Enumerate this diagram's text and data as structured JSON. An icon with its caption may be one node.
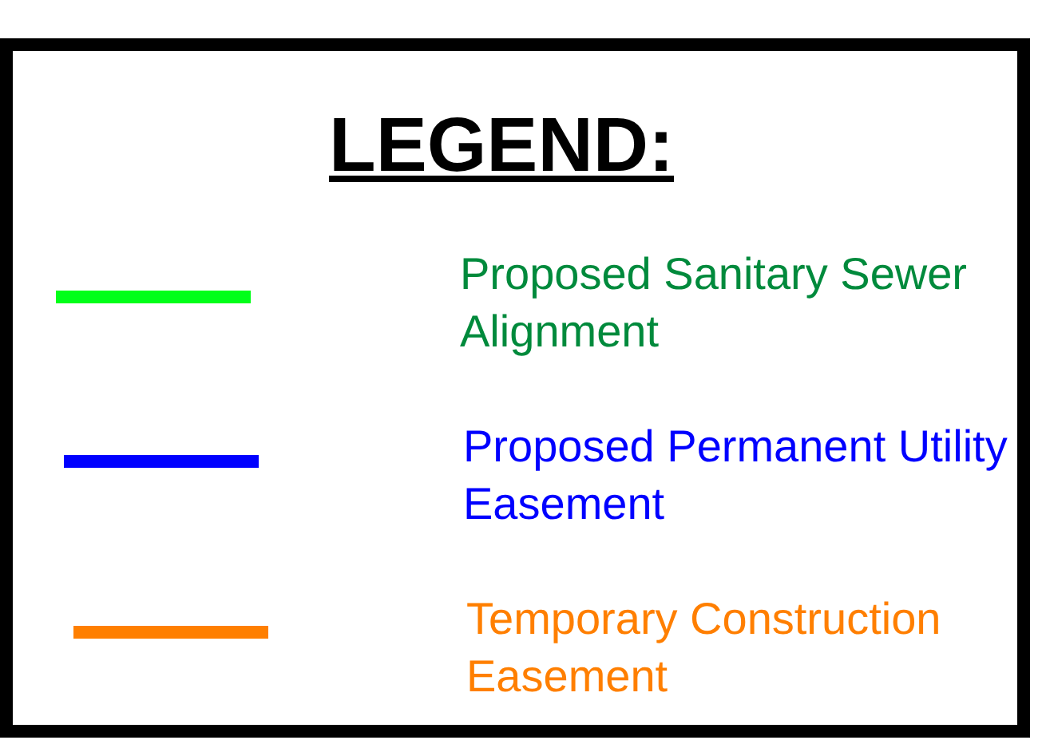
{
  "diagram": {
    "title": "LEGEND:",
    "legend": [
      {
        "text": "Proposed Sanitary Sewer Alignment"
      },
      {
        "text": "Proposed Permanent Utility Easement"
      },
      {
        "text": "Temporary Construction Easement"
      }
    ]
  }
}
